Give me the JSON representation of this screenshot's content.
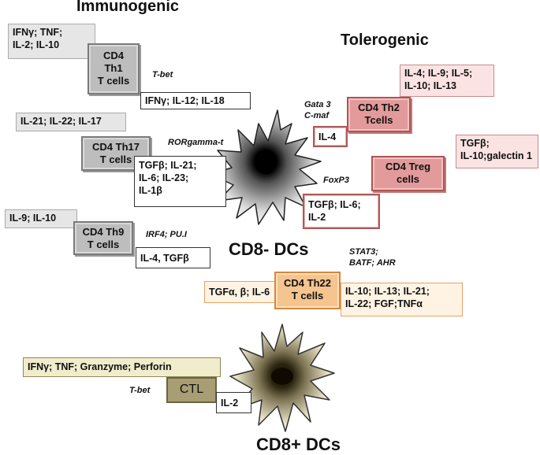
{
  "headings": {
    "immunogenic": "Immunogenic",
    "tolerogenic": "Tolerogenic",
    "cd8_minus": "CD8- DCs",
    "cd8_plus": "CD8+ DCs"
  },
  "th1": {
    "cytokines_in": "IFNγ; TNF;\nIL-2; IL-10",
    "cell": "CD4\nTh1\nT cells",
    "tf": "T-bet",
    "cytokines_out": "IFNγ; IL-12; IL-18"
  },
  "th17": {
    "cytokines_in": "IL-21; IL-22; IL-17",
    "cell": "CD4 Th17\nT cells",
    "tf": "RORgamma-t",
    "cytokines_out": "TGFβ; IL-21;\nIL-6; IL-23;\nIL-1β"
  },
  "th9": {
    "cytokines_in": "IL-9; IL-10",
    "cell": "CD4 Th9\nT cells",
    "tf": "IRF4; PU.I",
    "cytokines_out": "IL-4, TGFβ"
  },
  "th2": {
    "cytokines_in": "IL-4; IL-9; IL-5;\nIL-10; IL-13",
    "cell": "CD4 Th2\nTcells",
    "tf": "Gata 3\nC-maf",
    "cytokines_out": "IL-4"
  },
  "treg": {
    "cytokines_in": "TGFβ;\nIL-10;galectin 1",
    "cell": "CD4 Treg\ncells",
    "tf": "FoxP3",
    "cytokines_out": "TGFβ; IL-6;\nIL-2"
  },
  "th22": {
    "tf": "STAT3;\nBATF; AHR",
    "cytokines_out": "TGFα, β; IL-6",
    "cell": "CD4 Th22\nT cells",
    "cytokines_in": "IL-10; IL-13; IL-21;\nIL-22; FGF;TNFα"
  },
  "ctl": {
    "cytokines_in": "IFNγ; TNF; Granzyme; Perforin",
    "tf": "T-bet",
    "cell": "CTL",
    "cytokines_out": "IL-2"
  },
  "colors": {
    "immunogenic_grey": "#bdbdbd",
    "tolerogenic_pink": "#e39a9a",
    "th22_orange": "#f6c48e",
    "ctl_olive": "#a79e73"
  }
}
